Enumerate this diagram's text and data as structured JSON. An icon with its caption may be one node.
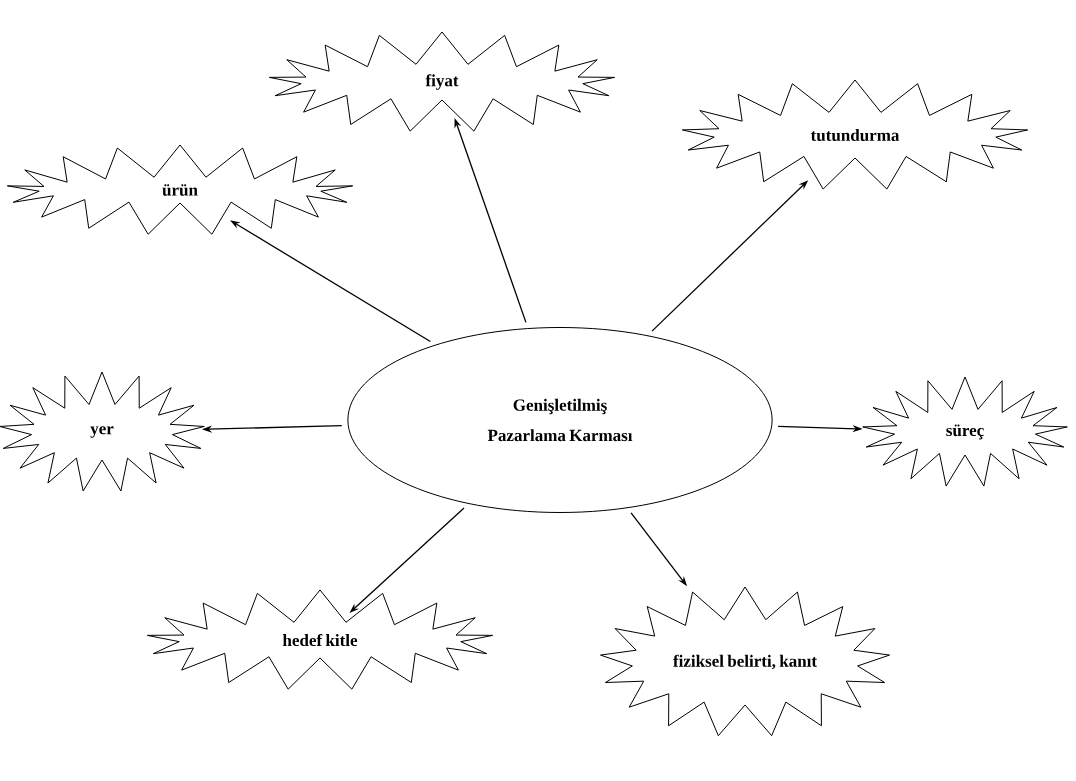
{
  "diagram": {
    "nodes": [
      {
        "text": [
          "Genişletilmiş",
          "Pazarlama Karması"
        ]
      },
      {
        "text": [
          "fiyat"
        ]
      },
      {
        "text": [
          "tutundurma"
        ]
      },
      {
        "text": [
          "ürün"
        ]
      },
      {
        "text": [
          "yer"
        ]
      },
      {
        "text": [
          "süreç"
        ]
      },
      {
        "text": [
          "hedef kitle"
        ]
      },
      {
        "text": [
          "fiziksel belirti, kanıt"
        ]
      }
    ],
    "edges": [
      {
        "from": 0,
        "to": 1,
        "arrow": "to"
      },
      {
        "from": 0,
        "to": 2,
        "arrow": "to"
      },
      {
        "from": 0,
        "to": 3,
        "arrow": "to"
      },
      {
        "from": 0,
        "to": 4,
        "arrow": "to"
      },
      {
        "from": 0,
        "to": 5,
        "arrow": "to"
      },
      {
        "from": 0,
        "to": 6,
        "arrow": "to"
      },
      {
        "from": 0,
        "to": 7,
        "arrow": "to"
      }
    ]
  }
}
